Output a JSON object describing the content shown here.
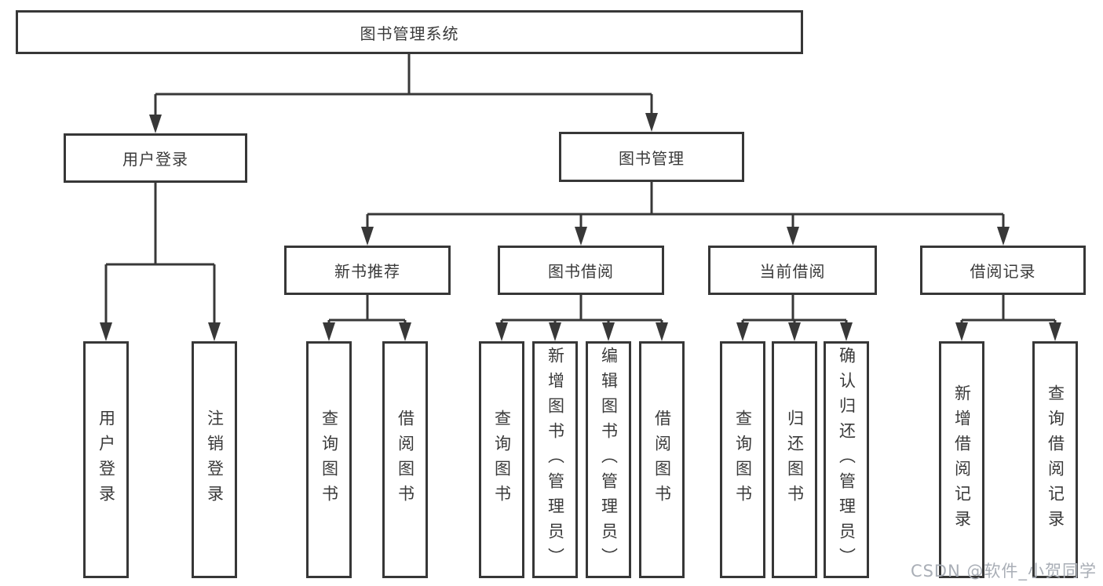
{
  "root": {
    "label": "图书管理系统"
  },
  "branches": {
    "user_login": {
      "label": "用户登录",
      "children": [
        {
          "label": "用户登录"
        },
        {
          "label": "注销登录"
        }
      ]
    },
    "book_mgmt": {
      "label": "图书管理",
      "sections": [
        {
          "label": "新书推荐",
          "children": [
            {
              "label": "查询图书"
            },
            {
              "label": "借阅图书"
            }
          ]
        },
        {
          "label": "图书借阅",
          "children": [
            {
              "label": "查询图书"
            },
            {
              "label": "新增图书（管理员）"
            },
            {
              "label": "编辑图书（管理员）"
            },
            {
              "label": "借阅图书"
            }
          ]
        },
        {
          "label": "当前借阅",
          "children": [
            {
              "label": "查询图书"
            },
            {
              "label": "归还图书"
            },
            {
              "label": "确认归还（管理员）"
            }
          ]
        },
        {
          "label": "借阅记录",
          "children": [
            {
              "label": "新增借阅记录"
            },
            {
              "label": "查询借阅记录"
            }
          ]
        }
      ]
    }
  },
  "watermark": {
    "text": "CSDN @软件_小贺同学"
  },
  "colors": {
    "line": "#383838",
    "border": "#373737",
    "text": "#3a3a3a",
    "background": "#ffffff",
    "watermark": "#a9aeb6"
  }
}
